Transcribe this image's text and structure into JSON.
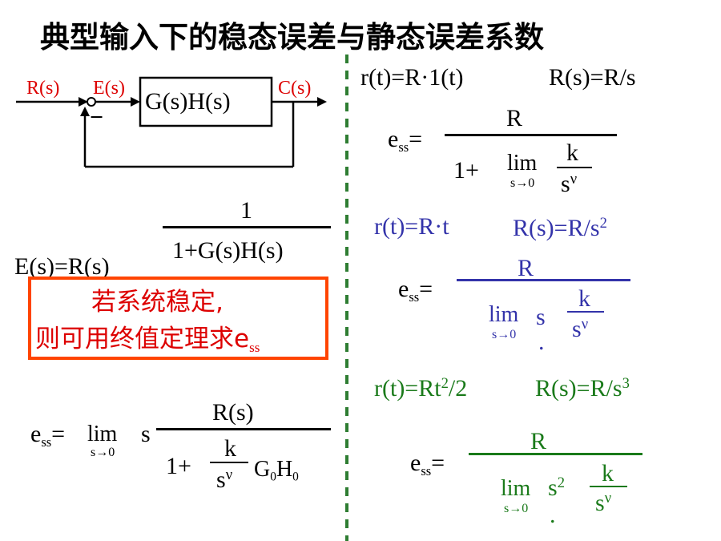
{
  "title": "典型输入下的稳态误差与静态误差系数",
  "diagram": {
    "input_label": "R(s)",
    "error_label": "E(s)",
    "block_label": "G(s)H(s)",
    "output_label": "C(s)",
    "minus_sign": "−"
  },
  "colors": {
    "black": "#000000",
    "blue": "#3333aa",
    "green": "#1a7a1a",
    "red": "#dd0000",
    "box_border": "#ff4400",
    "divider": "#2e7d32"
  },
  "transfer": {
    "lhs": "E(s)=R(s)",
    "numerator": "1",
    "denominator": "1+G(s)H(s)"
  },
  "condition": {
    "line1": "若系统稳定,",
    "line2_prefix": "则可用终值定理求e",
    "line2_sub": "ss"
  },
  "general": {
    "e": "e",
    "ss": "ss",
    "eq": "= ",
    "lim": "lim",
    "lim_sub": "s→0",
    "s": "s",
    "numerator": "R(s)",
    "den_prefix": "1+",
    "k": "k",
    "s_base": "s",
    "nu": "ν",
    "g_h": "G",
    "g_sub": "0",
    "h": "H",
    "h_sub": "0"
  },
  "step": {
    "r_t": "r(t)=R·1(t)",
    "r_s": "R(s)=R/s",
    "e": "e",
    "ss": "ss",
    "eq": "=",
    "numerator": "R",
    "den_prefix": "1+",
    "lim": "lim",
    "lim_sub": "s→0",
    "k": "k",
    "s_base": "s",
    "nu": "ν"
  },
  "ramp": {
    "r_t": "r(t)=R·t",
    "r_s": "R(s)=R/s",
    "r_s_sup": "2",
    "e": "e",
    "ss": "ss",
    "eq": "=",
    "numerator": "R",
    "lim": "lim",
    "lim_sub": "s→0",
    "s": "s",
    "k": "k",
    "s_base": "s",
    "nu": "ν",
    "dot": "."
  },
  "parabola": {
    "r_t": "r(t)=Rt",
    "r_t_sup": "2",
    "r_t_end": "/2",
    "r_s": "R(s)=R/s",
    "r_s_sup": "3",
    "e": "e",
    "ss": "ss",
    "eq": "=",
    "numerator": "R",
    "lim": "lim",
    "lim_sub": "s→0",
    "s": "s",
    "s_sup": "2",
    "k": "k",
    "s_base": "s",
    "nu": "ν",
    "dot": "."
  }
}
